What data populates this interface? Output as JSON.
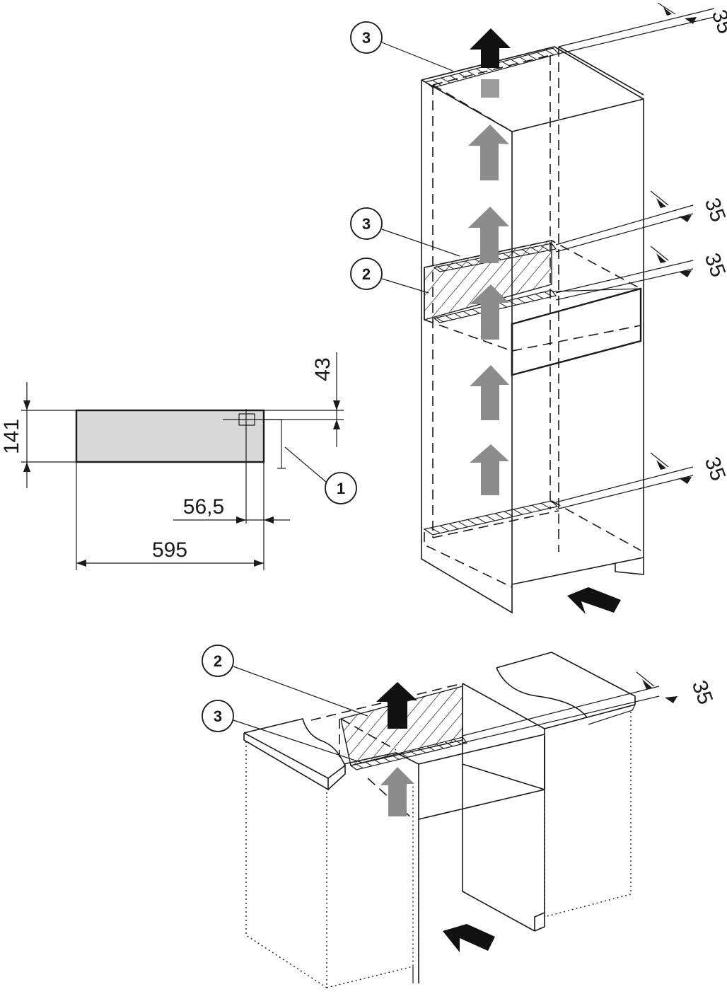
{
  "front_view": {
    "dimensions": {
      "height_total": "141",
      "top_offset": "43",
      "side_offset": "56,5",
      "width": "595"
    },
    "callout": "1"
  },
  "tall_cabinet": {
    "callouts": [
      "3",
      "3",
      "2"
    ],
    "gap_labels": [
      "35",
      "35",
      "35",
      "35"
    ]
  },
  "base_cabinet": {
    "callouts": [
      "2",
      "3"
    ],
    "gap_label": "35"
  },
  "colors": {
    "line": "#1a1a1a",
    "appliance_fill": "#d9d9d9",
    "airflow_arrow": "#8c8c8c",
    "intake_arrow": "#111111"
  },
  "icon_names": [
    "airflow-up-arrow-icon",
    "air-intake-arrow-icon"
  ]
}
